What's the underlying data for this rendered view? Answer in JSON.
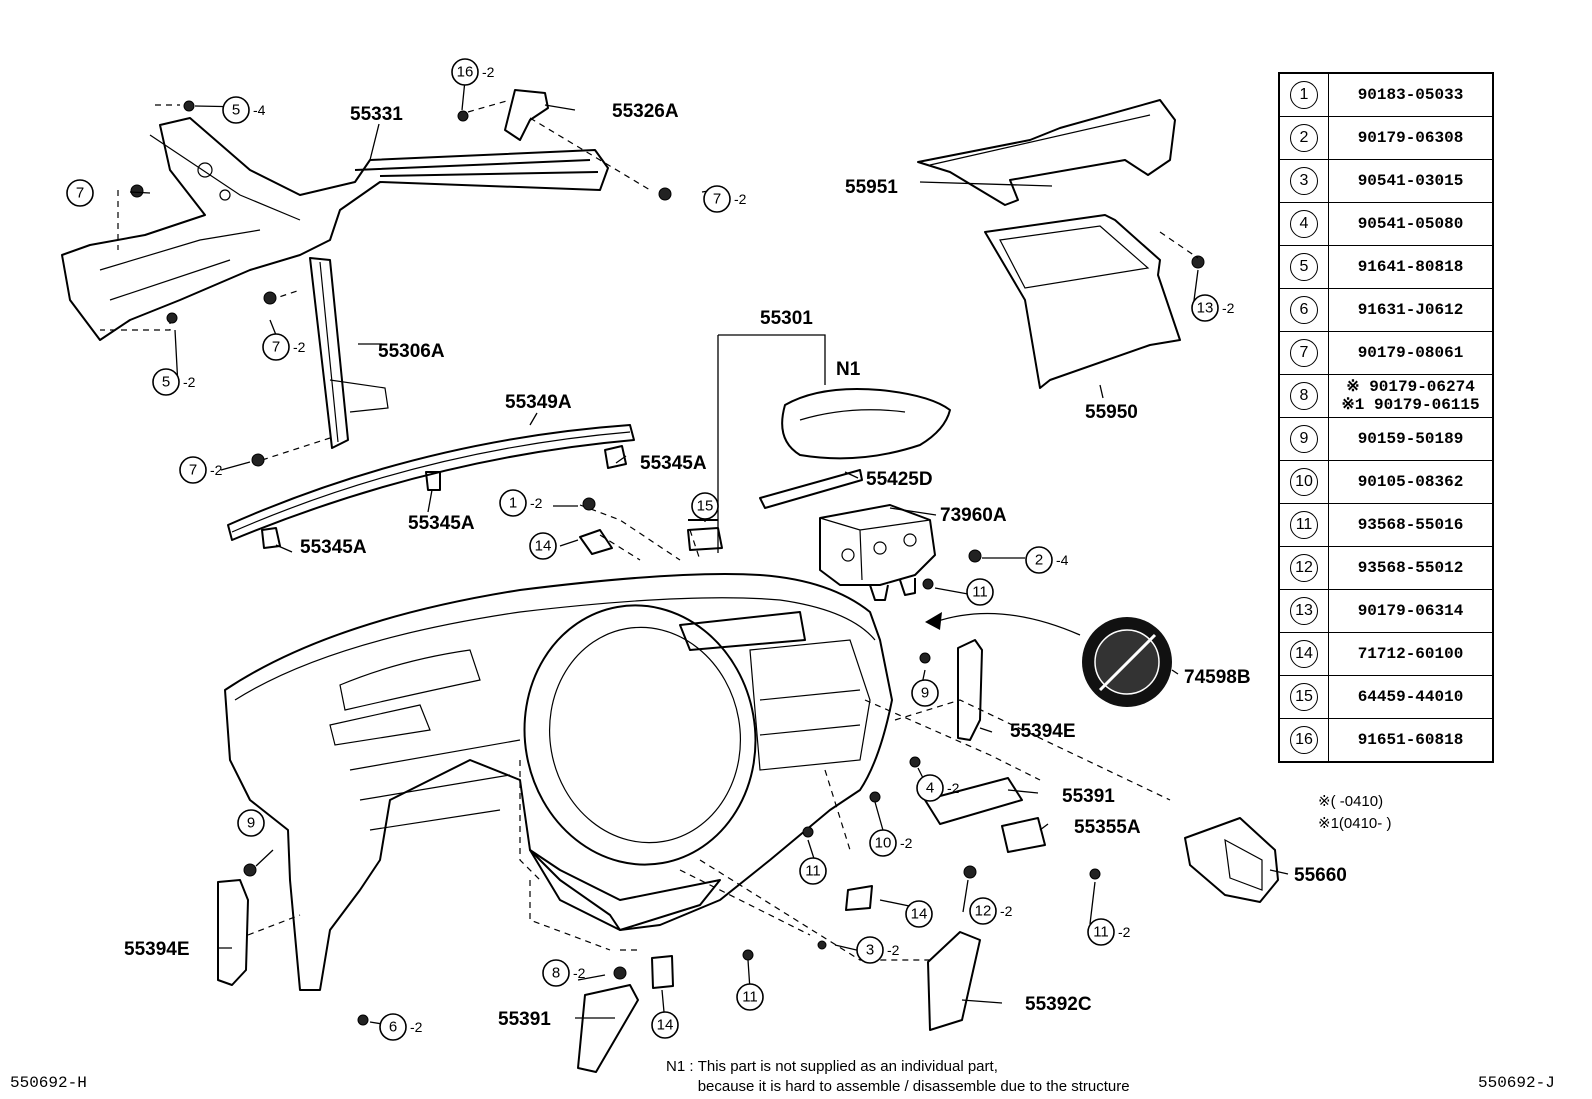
{
  "diagram_codes": {
    "left": "550692-H",
    "right": "550692-J"
  },
  "part_numbers": {
    "p55331": "55331",
    "p55326A": "55326A",
    "p55306A": "55306A",
    "p55349A": "55349A",
    "p55345A": "55345A",
    "p55301": "55301",
    "n1": "N1",
    "p55425D": "55425D",
    "p73960A": "73960A",
    "p74598B": "74598B",
    "p55951": "55951",
    "p55950": "55950",
    "p55394E": "55394E",
    "p55391": "55391",
    "p55355A": "55355A",
    "p55660": "55660",
    "p55392C": "55392C"
  },
  "callouts": {
    "q2": "-2",
    "q4": "-4",
    "r1": "1",
    "r2": "2",
    "r3": "3",
    "r4": "4",
    "r5": "5",
    "r6": "6",
    "r7": "7",
    "r8": "8",
    "r9": "9",
    "r10": "10",
    "r11": "11",
    "r12": "12",
    "r13": "13",
    "r14": "14",
    "r15": "15",
    "r16": "16"
  },
  "parts_table": [
    {
      "ref": "1",
      "pn": "90183-05033"
    },
    {
      "ref": "2",
      "pn": "90179-06308"
    },
    {
      "ref": "3",
      "pn": "90541-03015"
    },
    {
      "ref": "4",
      "pn": "90541-05080"
    },
    {
      "ref": "5",
      "pn": "91641-80818"
    },
    {
      "ref": "6",
      "pn": "91631-J0612"
    },
    {
      "ref": "7",
      "pn": "90179-08061"
    },
    {
      "ref": "8",
      "pn": "※ 90179-06274",
      "pn2": "※1 90179-06115"
    },
    {
      "ref": "9",
      "pn": "90159-50189"
    },
    {
      "ref": "10",
      "pn": "90105-08362"
    },
    {
      "ref": "11",
      "pn": "93568-55016"
    },
    {
      "ref": "12",
      "pn": "93568-55012"
    },
    {
      "ref": "13",
      "pn": "90179-06314"
    },
    {
      "ref": "14",
      "pn": "71712-60100"
    },
    {
      "ref": "15",
      "pn": "64459-44010"
    },
    {
      "ref": "16",
      "pn": "91651-60818"
    }
  ],
  "footnotes": {
    "mark1": "※(      -0410)",
    "mark2": "※1(0410-      )"
  },
  "note": {
    "label": "N1 :",
    "line1": "This part is not supplied as an individual part,",
    "line2": "because it is hard to assemble / disassemble due to the structure"
  }
}
